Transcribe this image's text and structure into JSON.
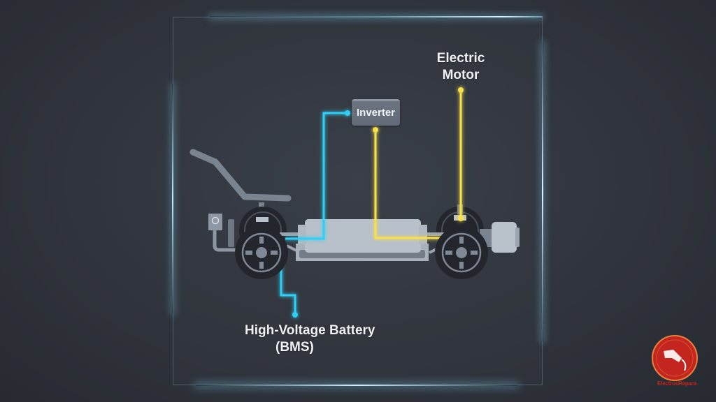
{
  "diagram": {
    "type": "ev-powertrain-schematic",
    "labels": {
      "electric_motor_line1": "Electric",
      "electric_motor_line2": "Motor",
      "inverter": "Inverter",
      "battery_line1": "High-Voltage Battery",
      "battery_line2": "(BMS)"
    },
    "connections": [
      {
        "from": "High-Voltage Battery (BMS)",
        "to": "Inverter",
        "color": "#2fd0f5"
      },
      {
        "from": "Inverter",
        "to": "Electric Motor",
        "color": "#f7e04a"
      }
    ],
    "colors": {
      "background": "#30343c",
      "frame_glow": "#8fd8f0",
      "hv_line": "#2fd0f5",
      "motor_line": "#f7e04a",
      "chassis": "#9aa3ae",
      "battery": "#b8c0ca",
      "tire": "#23262c"
    }
  },
  "watermark": {
    "text": "ElectrosRepara",
    "icon": "ev-charger-plug-icon",
    "ring_color": "#e8823a",
    "fill_color": "#c4261f"
  }
}
